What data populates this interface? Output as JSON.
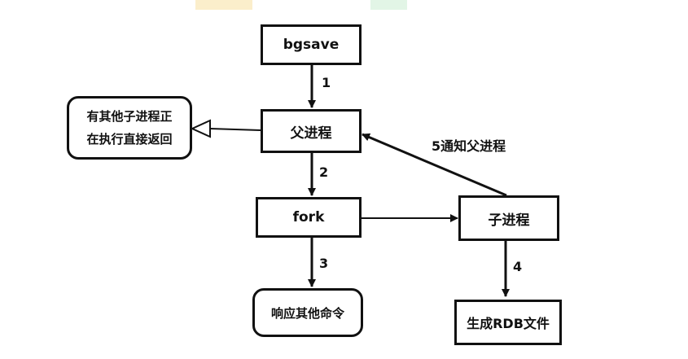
{
  "colors": {
    "line": "#111111",
    "background": "#ffffff",
    "decor": [
      "#f7d98b",
      "#bfe8c8"
    ]
  },
  "nodes": {
    "bgsave": "bgsave",
    "parent": "父进程",
    "busy_line1": "有其他子进程正",
    "busy_line2": "在执行直接返回",
    "fork": "fork",
    "child": "子进程",
    "respond": "响应其他命令",
    "rdb": "生成RDB文件"
  },
  "edges": {
    "e1": "1",
    "e2": "2",
    "e3": "3",
    "e4": "4",
    "e5": "5通知父进程"
  }
}
